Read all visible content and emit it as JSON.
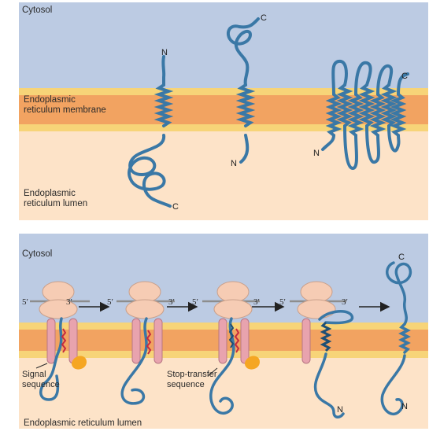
{
  "panel_top": {
    "cytosol": "Cytosol",
    "membrane": "Endoplasmic\nreticulum membrane",
    "lumen": "Endoplasmic\nreticulum lumen",
    "termini": {
      "p1_n": "N",
      "p1_c": "C",
      "p2_c": "C",
      "p2_n": "N",
      "p3_c": "C",
      "p3_n": "N"
    }
  },
  "panel_bottom": {
    "cytosol": "Cytosol",
    "lumen": "Endoplasmic reticulum lumen",
    "signal_sequence": "Signal\nsequence",
    "stop_transfer": "Stop-transfer\nsequence",
    "five_prime": "5′",
    "three_prime": "3′",
    "termini": {
      "n4": "N",
      "n5": "N",
      "c5": "C"
    }
  },
  "colors": {
    "cytosol": "#bccbe3",
    "membrane": "#f2a361",
    "membrane_edge": "#f7d478",
    "lumen": "#fde3c8",
    "protein": "#3a78a6",
    "protein_dark": "#1d4f75",
    "ribosome": "#f6ccb4",
    "translocon": "#e8a3ae",
    "signal": "#c62b3f",
    "srp": "#f5a623"
  }
}
